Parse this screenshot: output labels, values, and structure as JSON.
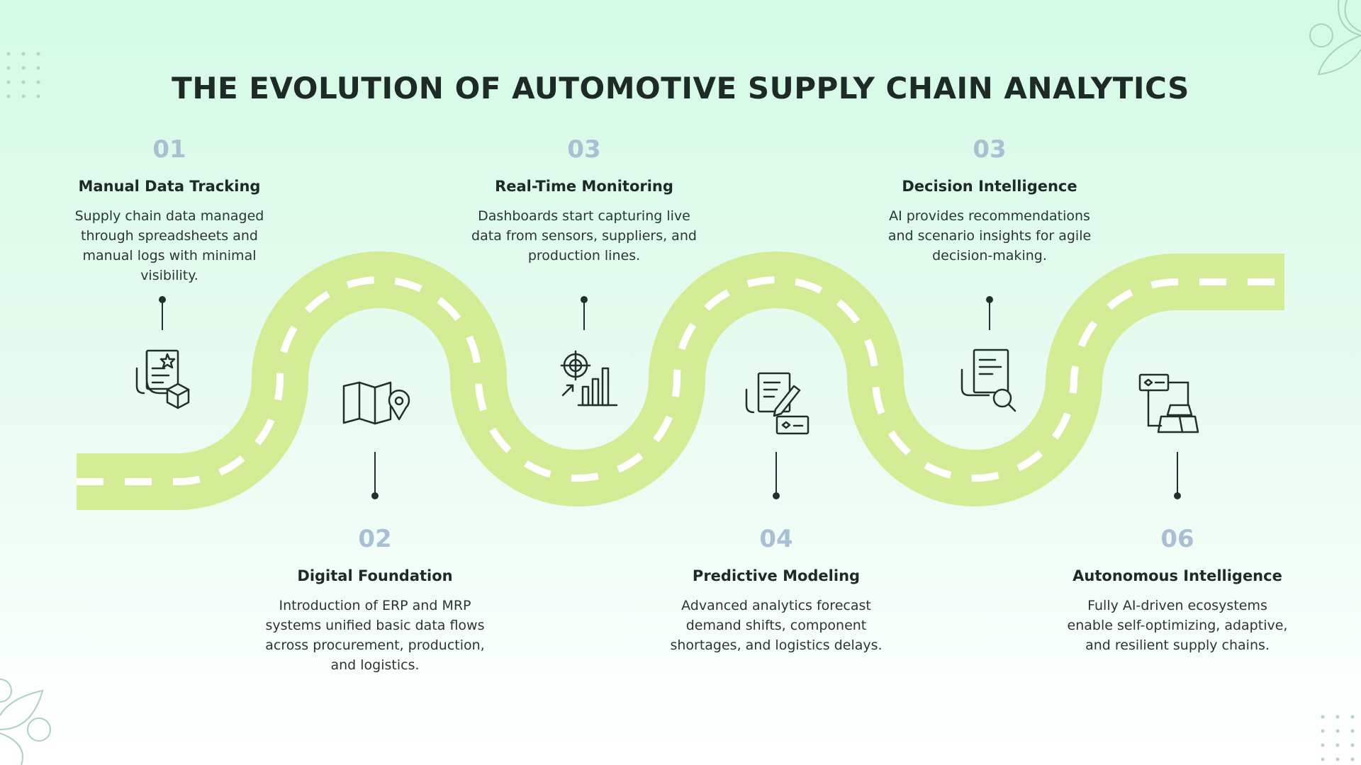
{
  "title": "THE EVOLUTION OF AUTOMOTIVE SUPPLY CHAIN ANALYTICS",
  "colors": {
    "road": "#d4ec96",
    "dash": "#ffffff",
    "number": "#a9bfd3",
    "text": "#1e2a26",
    "icon": "#22302c"
  },
  "steps": [
    {
      "number": "01",
      "heading": "Manual Data Tracking",
      "description": "Supply chain data managed through spreadsheets and manual logs with minimal visibility.",
      "icon": "document-box-icon",
      "position": "top"
    },
    {
      "number": "02",
      "heading": "Digital Foundation",
      "description": "Introduction of ERP and MRP systems unified basic data flows across procurement, production, and logistics.",
      "icon": "map-pin-icon",
      "position": "bottom"
    },
    {
      "number": "03",
      "heading": "Real-Time Monitoring",
      "description": "Dashboards start capturing live data from sensors, suppliers, and production lines.",
      "icon": "target-bar-chart-icon",
      "position": "top"
    },
    {
      "number": "04",
      "heading": "Predictive Modeling",
      "description": "Advanced analytics forecast demand shifts, component shortages, and logistics delays.",
      "icon": "document-edit-icon",
      "position": "bottom"
    },
    {
      "number": "03",
      "heading": "Decision Intelligence",
      "description": "AI provides recommendations and scenario insights for agile decision-making.",
      "icon": "document-search-icon",
      "position": "top"
    },
    {
      "number": "06",
      "heading": "Autonomous Intelligence",
      "description": "Fully AI-driven ecosystems enable self-optimizing, adaptive, and resilient supply chains.",
      "icon": "flow-gold-icon",
      "position": "bottom"
    }
  ]
}
